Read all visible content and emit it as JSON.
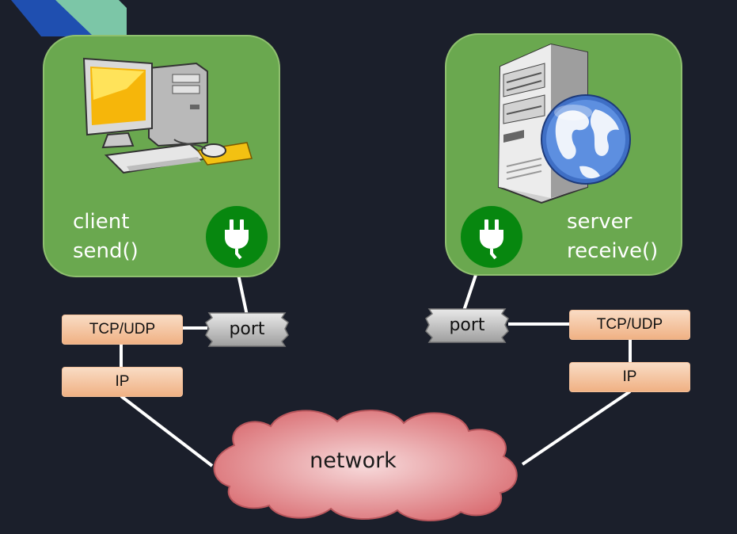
{
  "colors": {
    "background": "#1b1f2b",
    "host_box": "#6aa84f",
    "plug": "#07870f",
    "protocol_box": "#f0b184",
    "cloud": "#e07f82",
    "connector": "#ffffff"
  },
  "client": {
    "icon": "desktop-computer-icon",
    "plug_icon": "power-plug-icon",
    "role": "client",
    "call": "send()"
  },
  "server": {
    "icon": "web-server-icon",
    "plug_icon": "power-plug-icon",
    "role": "server",
    "call": "receive()"
  },
  "client_stack": {
    "transport": "TCP/UDP",
    "network": "IP",
    "port": "port"
  },
  "server_stack": {
    "transport": "TCP/UDP",
    "network": "IP",
    "port": "port"
  },
  "network": {
    "label": "network",
    "icon": "cloud-icon"
  }
}
